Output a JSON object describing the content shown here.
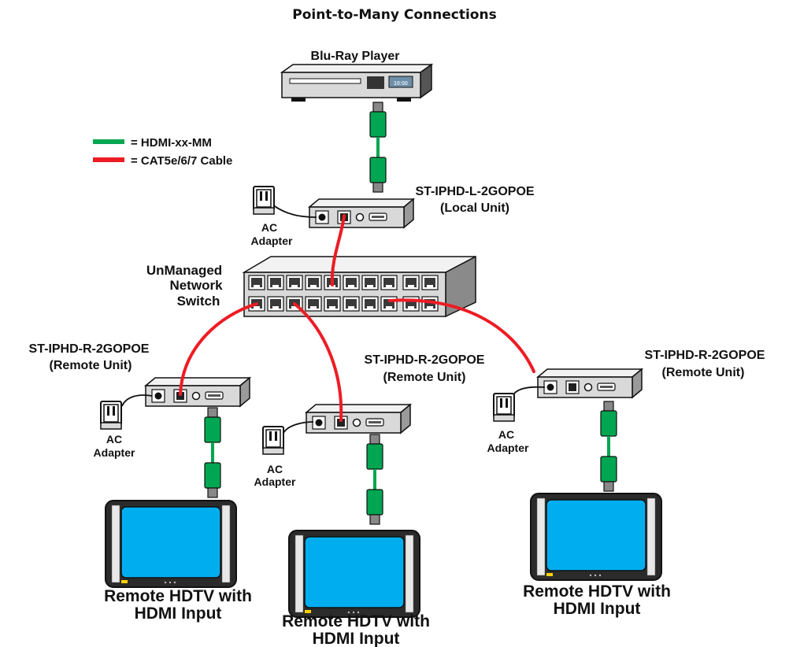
{
  "title": "Point-to-Many Connections",
  "legend": {
    "hdmi": {
      "label": "= HDMI-xx-MM",
      "color": "#00a651"
    },
    "cat": {
      "label": "= CAT5e/6/7 Cable",
      "color": "#ed1c24"
    }
  },
  "source": {
    "label": "Blu-Ray Player",
    "display": "10:00"
  },
  "local_unit": {
    "model": "ST-IPHD-L-2GOPOE",
    "role": "(Local Unit)"
  },
  "switch": {
    "line1": "UnManaged",
    "line2": "Network",
    "line3": "Switch"
  },
  "adapter": {
    "line1": "AC",
    "line2": "Adapter"
  },
  "remote_units": [
    {
      "model": "ST-IPHD-R-2GOPOE",
      "role": "(Remote Unit)"
    },
    {
      "model": "ST-IPHD-R-2GOPOE",
      "role": "(Remote Unit)"
    },
    {
      "model": "ST-IPHD-R-2GOPOE",
      "role": "(Remote Unit)"
    }
  ],
  "displays": [
    {
      "line1": "Remote HDTV with",
      "line2": "HDMI Input"
    },
    {
      "line1": "Remote HDTV with",
      "line2": "HDMI Input"
    },
    {
      "line1": "Remote HDTV with",
      "line2": "HDMI Input"
    }
  ],
  "colors": {
    "screen": "#00aeef",
    "device_body": "#d9d9d9",
    "device_top": "#f2f2f2",
    "outline": "#111111"
  }
}
